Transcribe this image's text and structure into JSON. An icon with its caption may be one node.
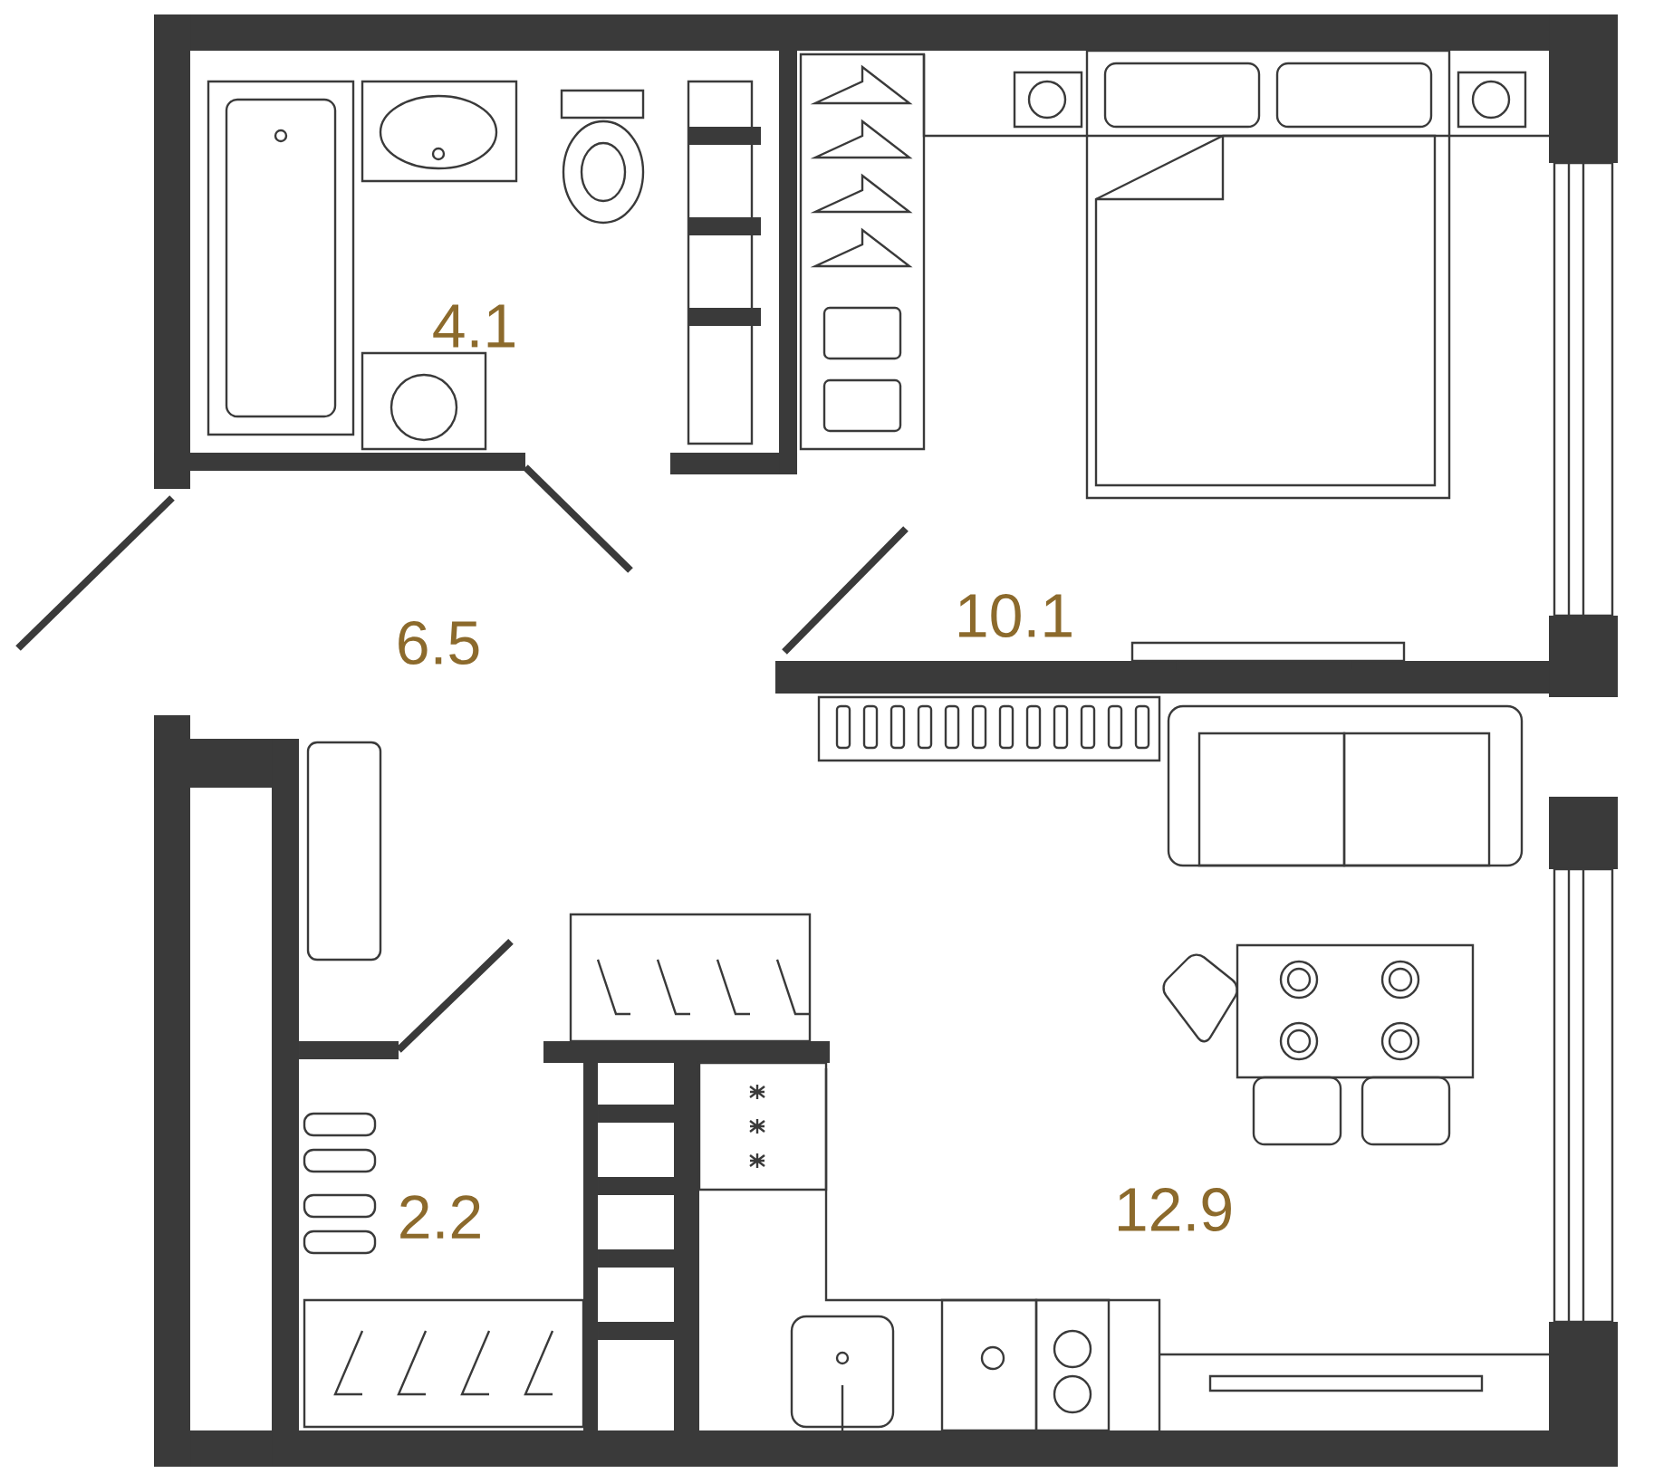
{
  "diagram": {
    "labels": [
      "4.1",
      "6.5",
      "10.1",
      "2.2",
      "12.9"
    ]
  }
}
